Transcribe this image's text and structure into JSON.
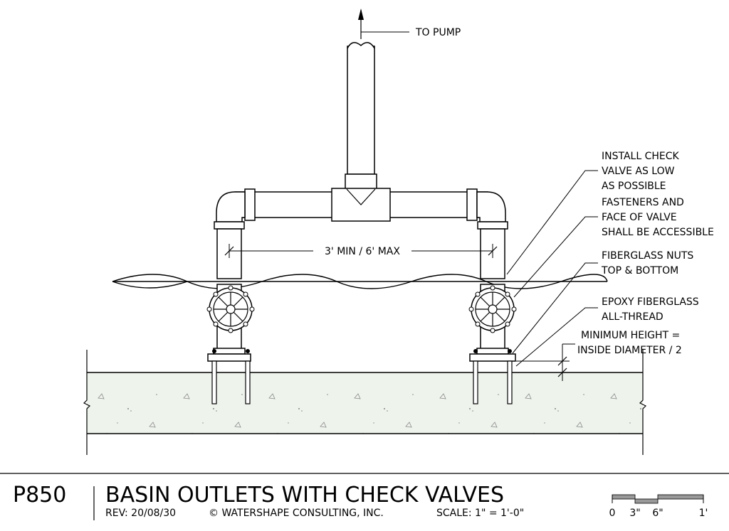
{
  "callouts": {
    "to_pump": "TO PUMP",
    "check_valve": [
      "INSTALL CHECK",
      "VALVE AS LOW",
      "AS POSSIBLE"
    ],
    "fasteners": [
      "FASTENERS AND",
      "FACE OF VALVE",
      "SHALL BE ACCESSIBLE"
    ],
    "nuts": [
      "FIBERGLASS NUTS",
      "TOP & BOTTOM"
    ],
    "allthread": [
      "EPOXY FIBERGLASS",
      "ALL-THREAD"
    ],
    "min_height": [
      "MINIMUM HEIGHT =",
      "INSIDE DIAMETER / 2"
    ],
    "spacing": "3' MIN / 6' MAX"
  },
  "title_block": {
    "code": "P850",
    "title": "BASIN OUTLETS WITH CHECK VALVES",
    "rev": "REV:  20/08/30",
    "copyright": "© WATERSHAPE CONSULTING, INC.",
    "scale": "SCALE:  1\" = 1'-0\"",
    "scale_ticks": [
      "0",
      "3\"",
      "6\"",
      "1'"
    ]
  }
}
